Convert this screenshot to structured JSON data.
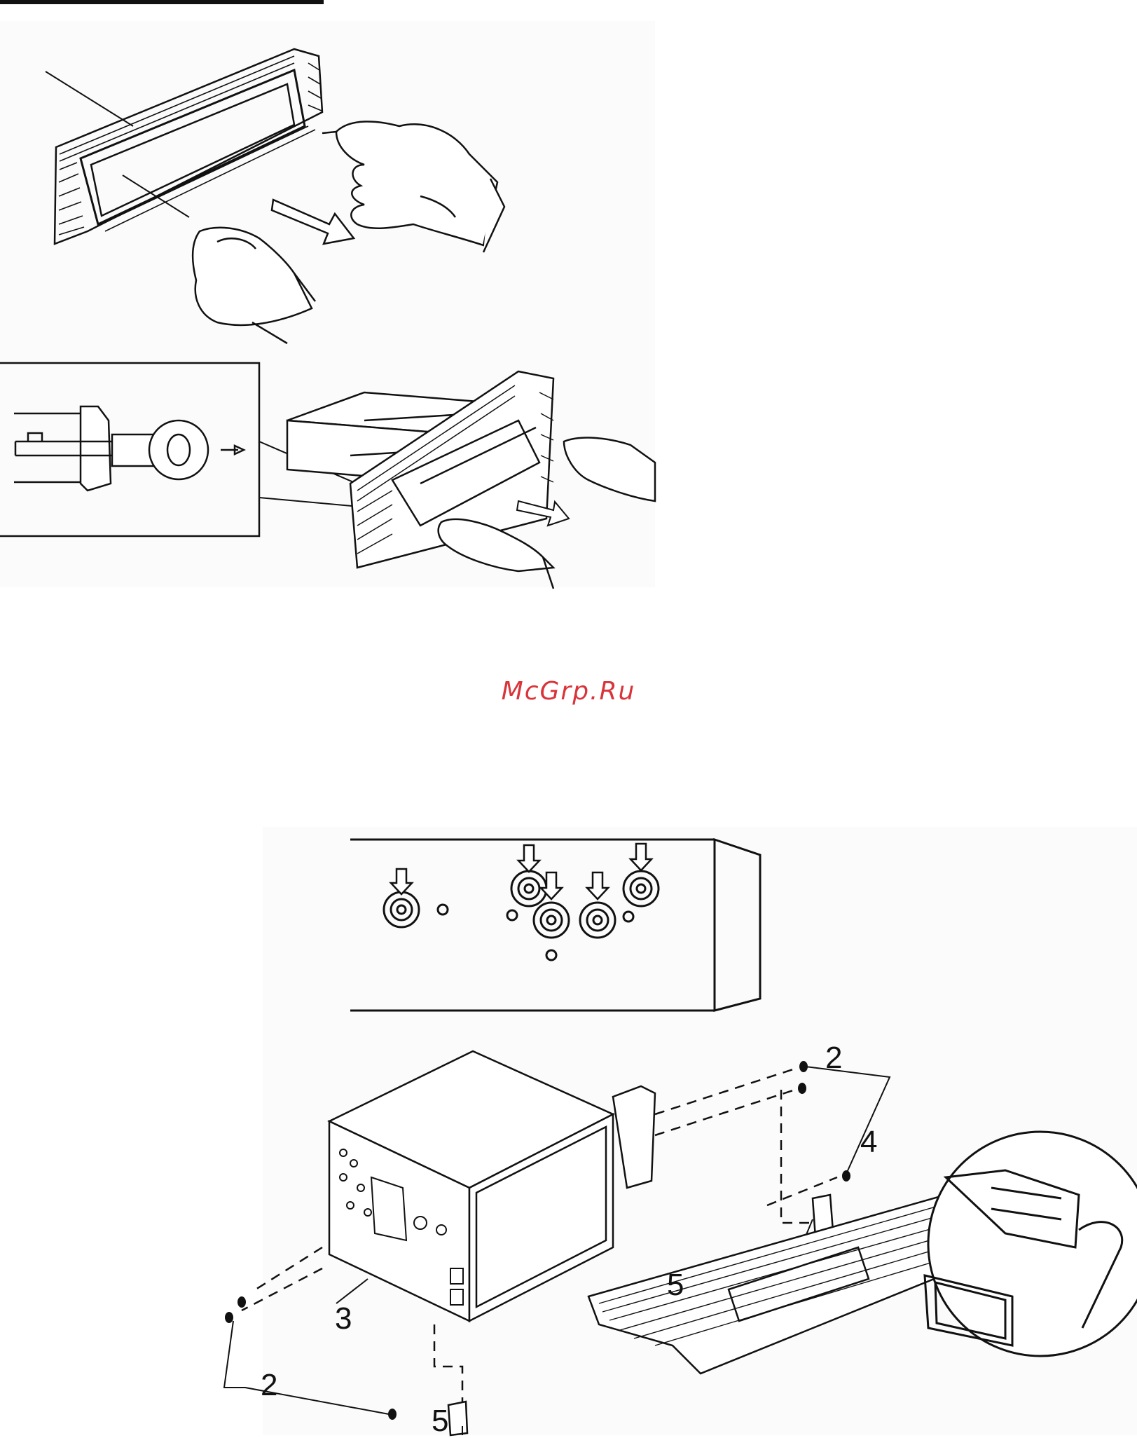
{
  "watermark": {
    "text": "McGrp.Ru",
    "color": "#d9343a"
  },
  "colors": {
    "ink": "#111111",
    "panel": "#fbfbfb"
  },
  "figure_removal": {
    "icons": [
      "front-panel-hands",
      "release-key",
      "unit-extraction-hands",
      "pull-arrow"
    ]
  },
  "figure_mounting": {
    "callouts": [
      "2",
      "2",
      "3",
      "4",
      "5",
      "5"
    ],
    "icons": [
      "screw-holes",
      "arrow-down",
      "head-unit",
      "mounting-bracket",
      "screw",
      "trim-ring",
      "connector-detail"
    ]
  }
}
